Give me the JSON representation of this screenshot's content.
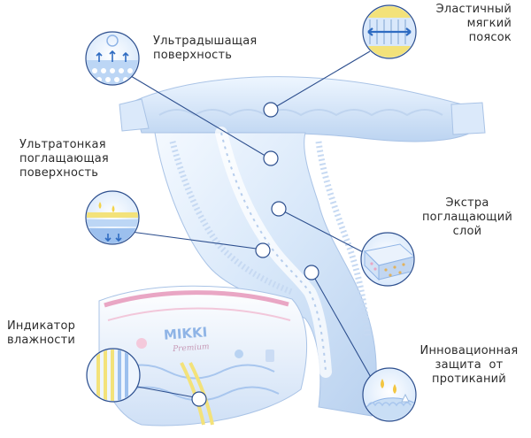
{
  "features": [
    {
      "id": "ultra-breathable-surface",
      "lines": [
        "Ультрадышащая",
        "поверхность"
      ],
      "icon": "breathable-surface-icon"
    },
    {
      "id": "elastic-soft-waistband",
      "lines": [
        "Эластичный",
        "мягкий",
        "поясок"
      ],
      "icon": "elastic-waistband-icon"
    },
    {
      "id": "ultrathin-absorbent-surface",
      "lines": [
        "Ультратонкая",
        "поглащающая",
        "поверхность"
      ],
      "icon": "absorbent-layer-icon"
    },
    {
      "id": "extra-absorbent-layer",
      "lines": [
        "Экстра",
        "поглащающий",
        "слой"
      ],
      "icon": "absorbent-core-icon"
    },
    {
      "id": "wetness-indicator",
      "lines": [
        "Индикатор",
        "влажности"
      ],
      "icon": "wetness-indicator-icon"
    },
    {
      "id": "leak-protection",
      "lines": [
        "Инновационная",
        "защита  от",
        "протиканий"
      ],
      "icon": "leak-guard-icon"
    }
  ],
  "product": {
    "brand_text": "MIKKI",
    "subbrand_text": "Premium"
  },
  "colors": {
    "diaper_light": "#e9f3fd",
    "diaper_mid": "#c9def5",
    "diaper_shadow": "#9dbbe0",
    "leader_line": "#2d4f8e",
    "pink_trim": "#e9a6c4",
    "yellow_indicator": "#f3e27a"
  }
}
